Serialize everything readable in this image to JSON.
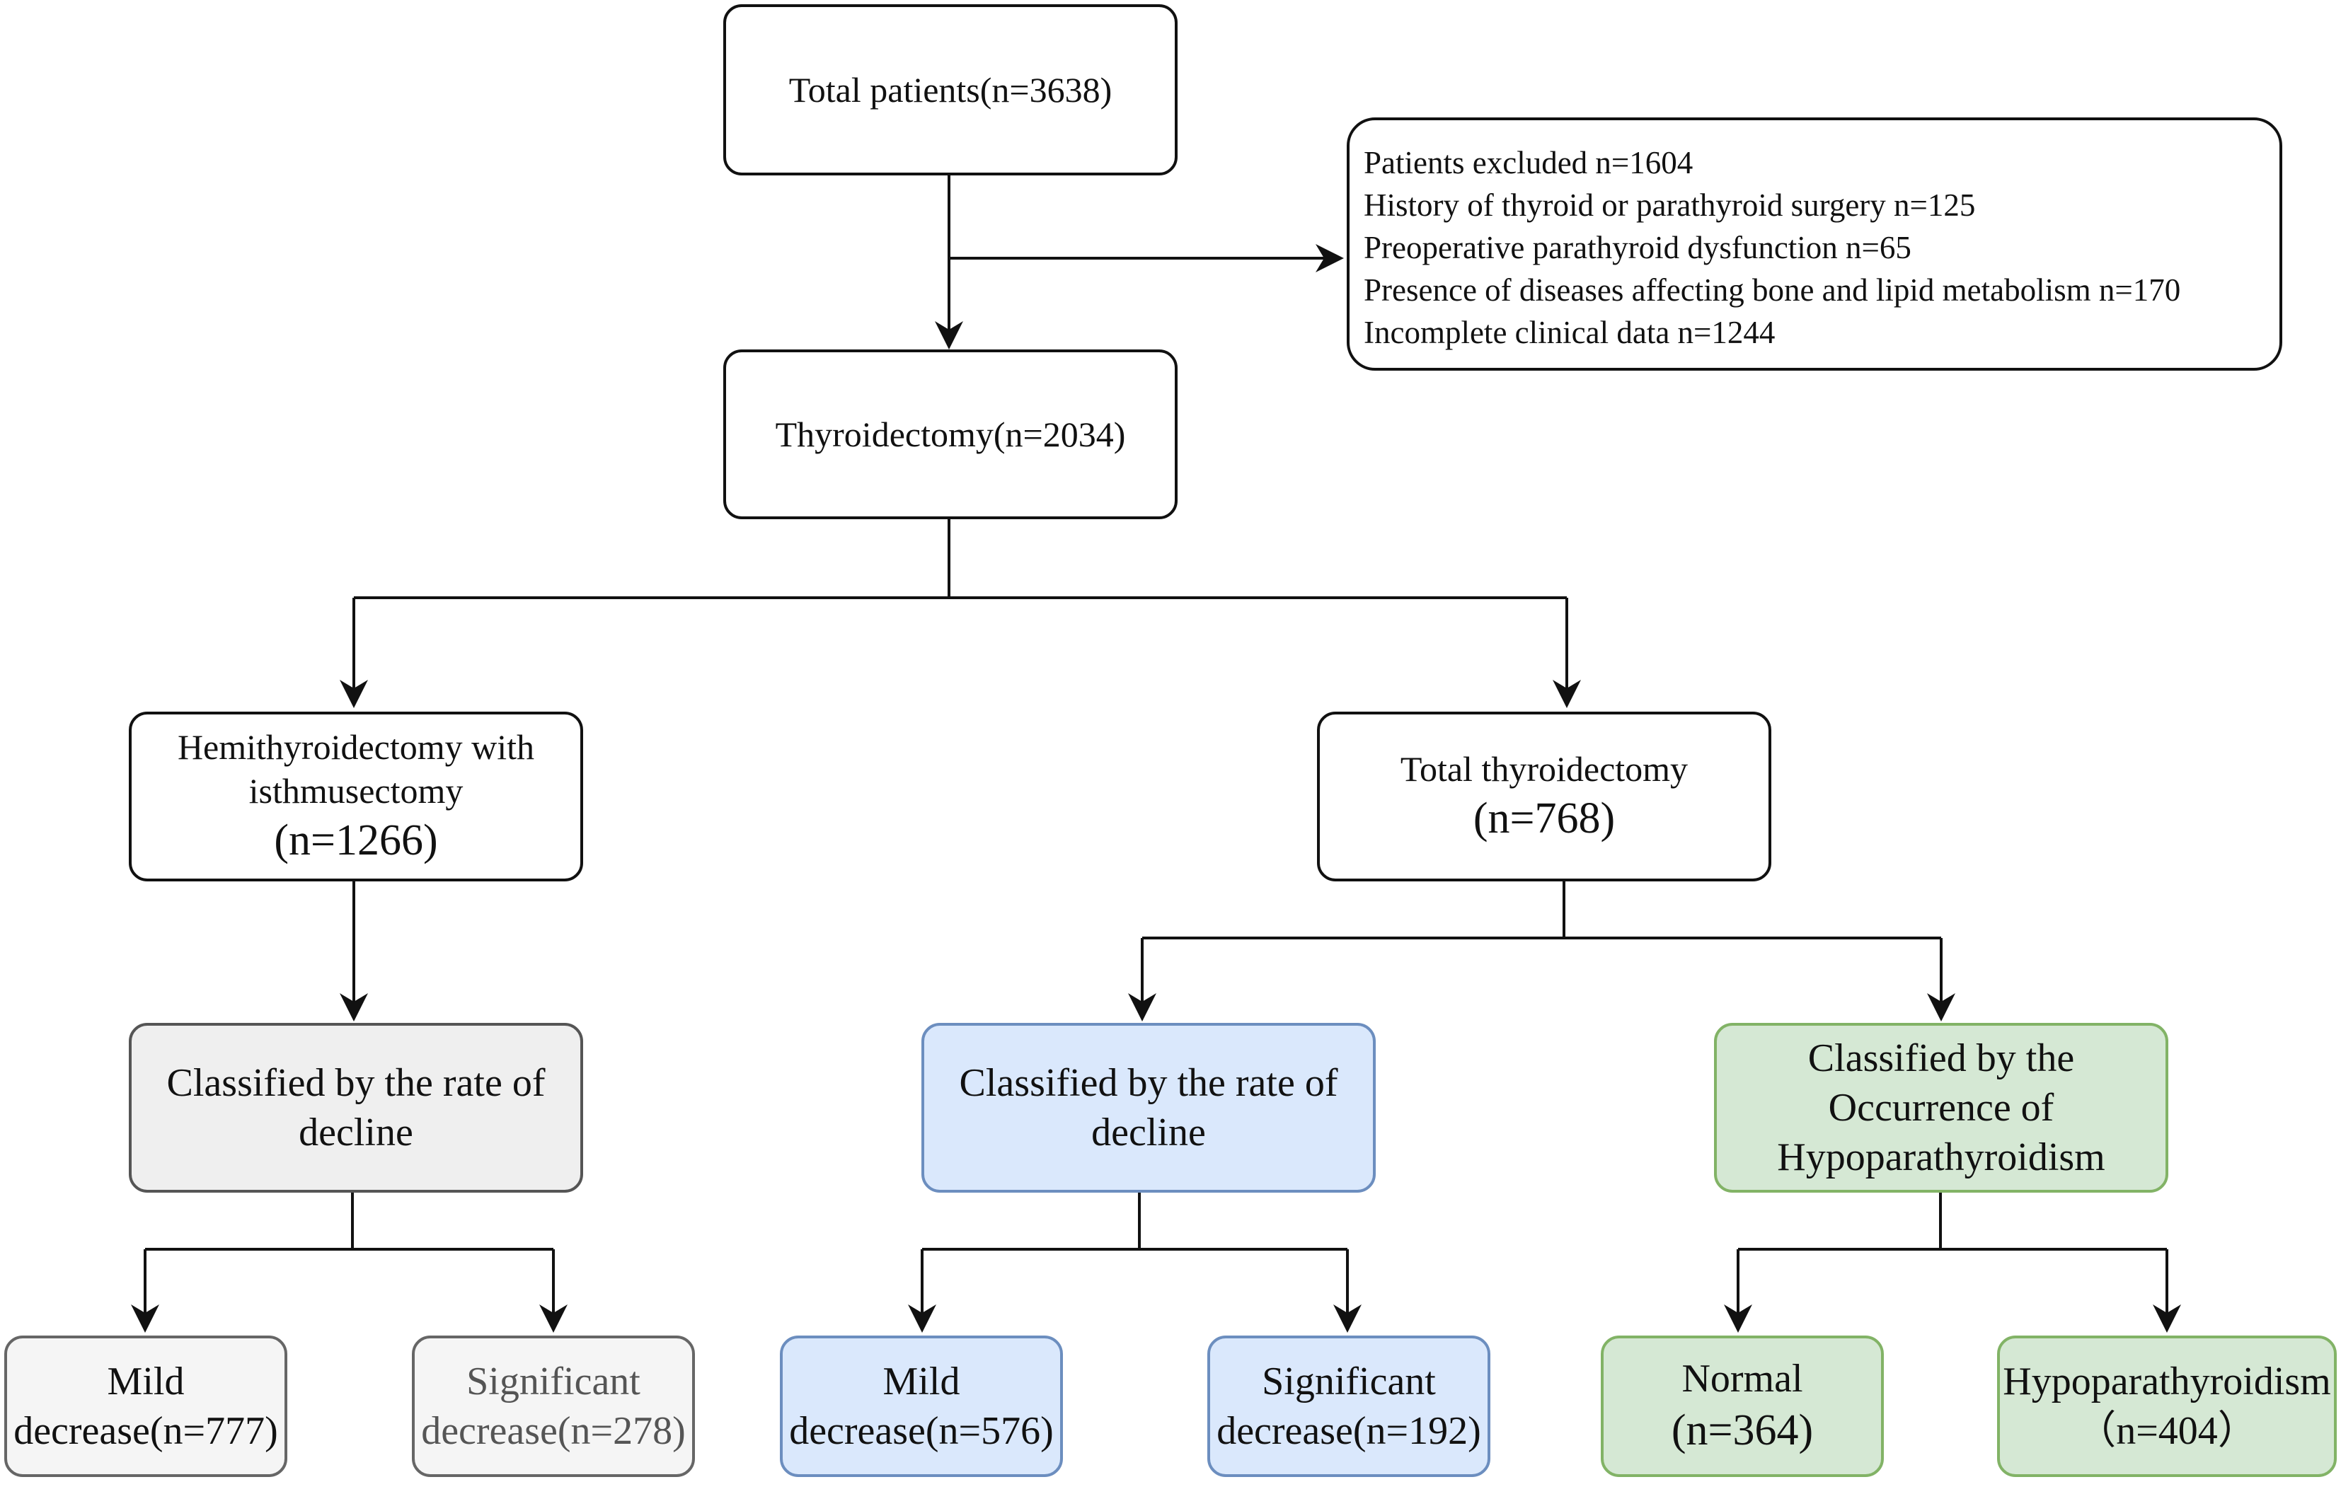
{
  "top": {
    "title": "Total patients(n=3638)"
  },
  "exclusion": {
    "lines": [
      "Patients excluded n=1604",
      "History of  thyroid or parathyroid surgery n=125",
      "Preoperative parathyroid dysfunction n=65",
      "Presence of diseases affecting bone and lipid metabolism  n=170",
      "Incomplete clinical data n=1244"
    ]
  },
  "thyroidectomy": {
    "label": "Thyroidectomy(n=2034)"
  },
  "hemi": {
    "line1": "Hemithyroidectomy with",
    "line2": "isthmusectomy",
    "count": "(n=1266)"
  },
  "total": {
    "line1": "Total thyroidectomy",
    "count": "(n=768)"
  },
  "classify_gray": {
    "line1": "Classified by the rate of",
    "line2": "decline"
  },
  "classify_blue": {
    "line1": "Classified by the rate of",
    "line2": "decline"
  },
  "classify_green": {
    "line1": "Classified by the",
    "line2": "Occurrence of",
    "line3": "Hypoparathyroidism"
  },
  "leaves": {
    "hemi_mild": {
      "line1": "Mild",
      "line2": "decrease(n=777)"
    },
    "hemi_significant": {
      "line1": "Significant",
      "line2": "decrease(n=278)"
    },
    "total_mild": {
      "line1": "Mild",
      "line2": "decrease(n=576)"
    },
    "total_significant": {
      "line1": "Significant",
      "line2": "decrease(n=192)"
    },
    "normal": {
      "line1": "Normal",
      "line2": "(n=364)"
    },
    "hypo": {
      "line1": "Hypoparathyroidism",
      "line2": "（n=404）"
    }
  },
  "colors": {
    "gray": "#efefef",
    "light_gray": "#f5f5f5",
    "blue": "#dae8fc",
    "green": "#d5e8d4"
  }
}
